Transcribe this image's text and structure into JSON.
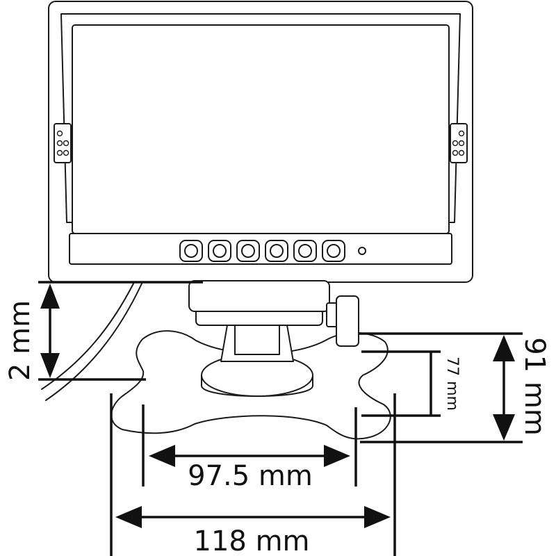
{
  "dimensions": {
    "height_offset": {
      "label": "2 mm"
    },
    "base_depth": {
      "label": "91 mm"
    },
    "base_inner_depth": {
      "label": "77 mm"
    },
    "base_inner_width": {
      "label": "97.5 mm"
    },
    "base_outer_width": {
      "label": "118 mm"
    }
  },
  "monitor": {
    "button_count": 6
  },
  "colors": {
    "line": "#1a1a1a",
    "background": "#ffffff"
  }
}
